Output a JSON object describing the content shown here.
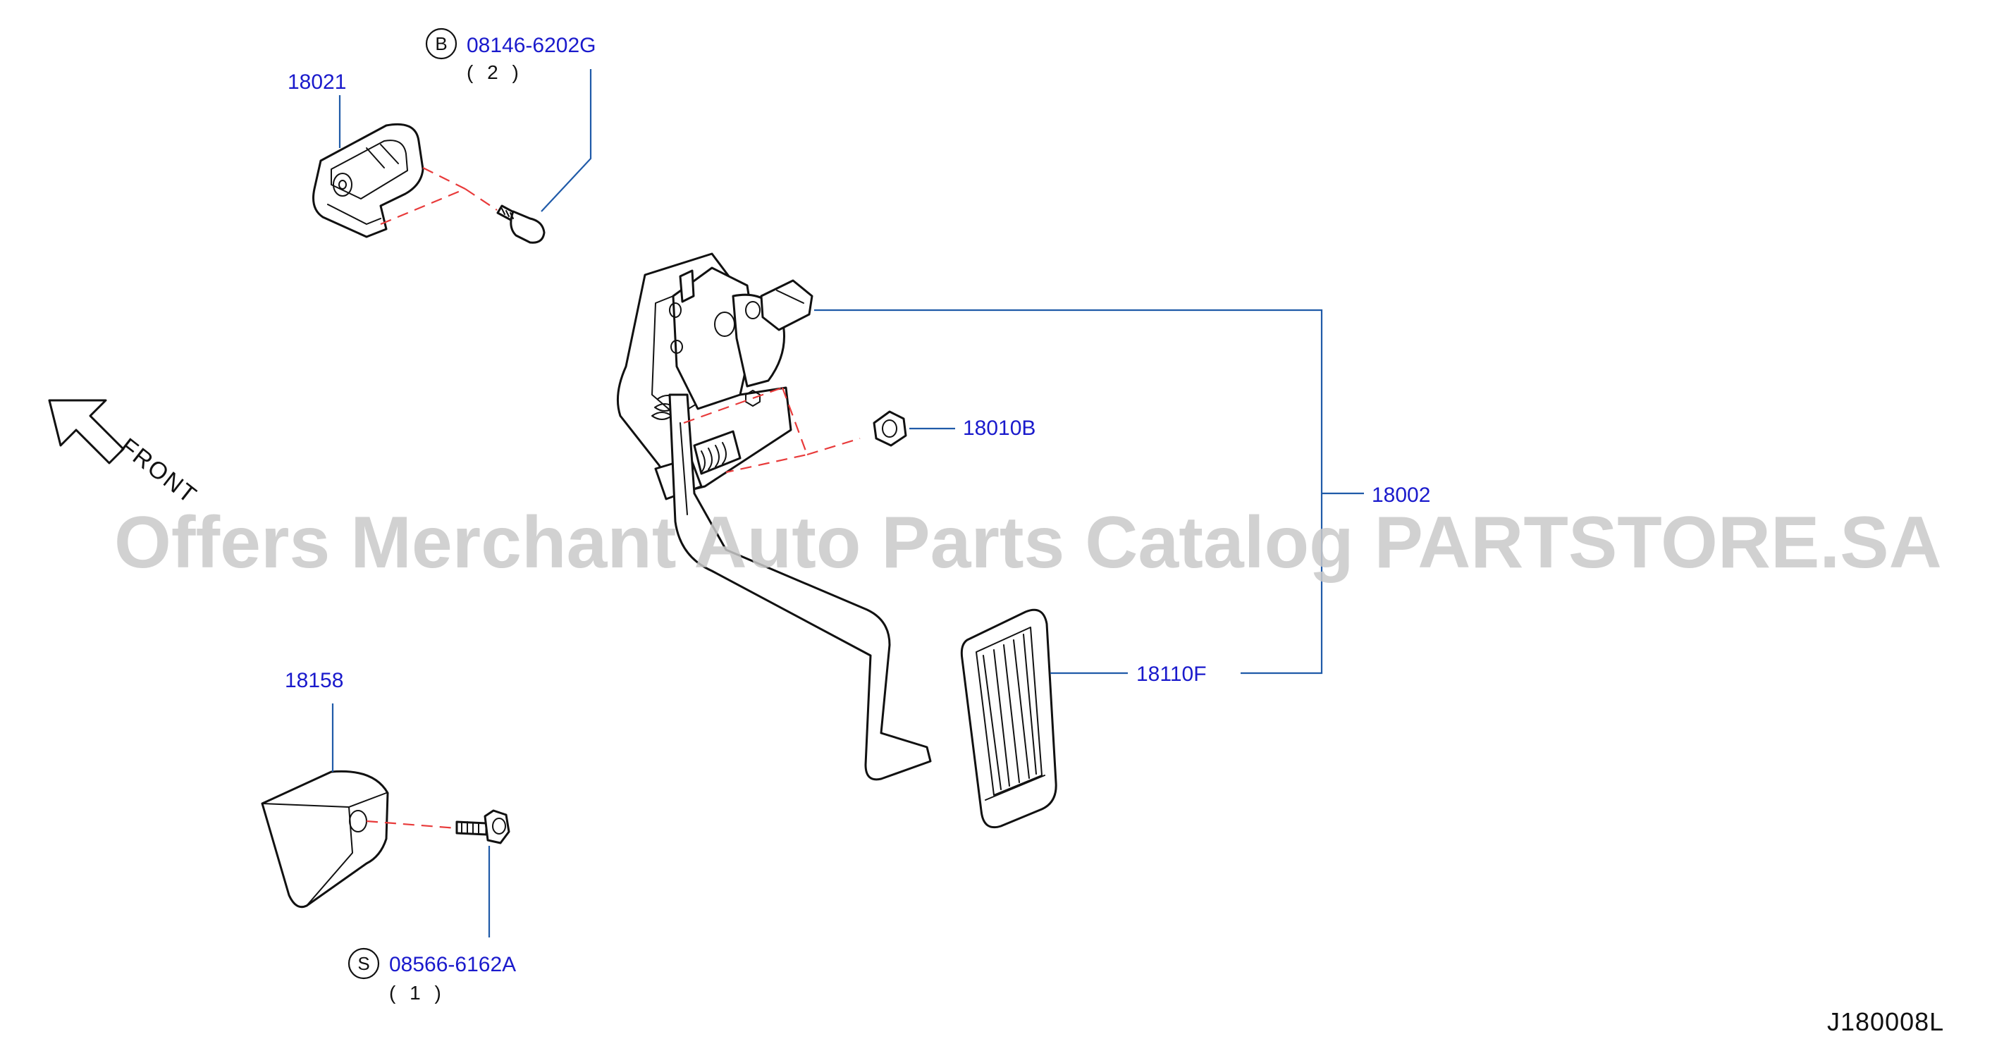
{
  "watermark": "Offers Merchant Auto Parts Catalog PARTSTORE.SA",
  "front_label": "FRONT",
  "diagram_code": "J180008L",
  "callouts": {
    "bracket_18021": "18021",
    "bolt_b": "08146-6202G",
    "bolt_b_letter": "B",
    "bolt_b_qty": "( 2 )",
    "nut_18010b": "18010B",
    "assy_18002": "18002",
    "pad_18110f": "18110F",
    "stopper_18158": "18158",
    "bolt_s": "08566-6162A",
    "bolt_s_letter": "S",
    "bolt_s_qty": "( 1 )"
  },
  "colors": {
    "callout_text": "#1a1acc",
    "leader_line": "#1f5aa8",
    "guide_dash": "#e83a3a",
    "watermark": "#c9c9c9"
  }
}
